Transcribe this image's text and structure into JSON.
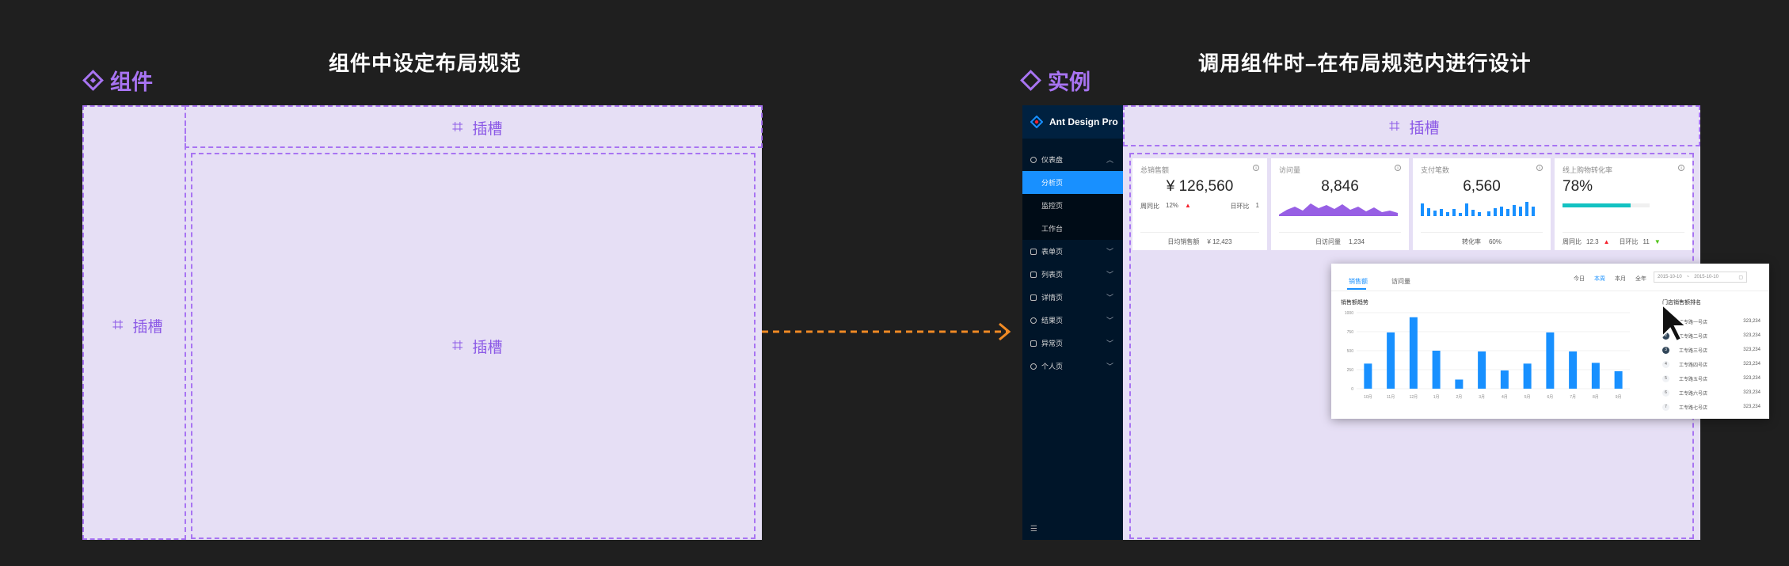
{
  "left": {
    "tag": "组件",
    "heading": "组件中设定布局规范",
    "slot_label": "插槽",
    "slot_hash": "⌗"
  },
  "right": {
    "tag": "实例",
    "heading": "调用组件时–在布局规范内进行设计",
    "slot_label": "插槽",
    "slot_hash": "⌗"
  },
  "colors": {
    "accent": "#a874f2",
    "arrow": "#f08a24",
    "primary": "#1890ff",
    "sider": "#001529"
  },
  "app": {
    "brand": "Ant Design Pro",
    "menu": [
      {
        "label": "仪表盘",
        "icon": "dashboard-icon",
        "open": true
      },
      {
        "label": "分析页",
        "sub": true,
        "active": true
      },
      {
        "label": "监控页",
        "sub": true
      },
      {
        "label": "工作台",
        "sub": true
      },
      {
        "label": "表单页",
        "icon": "form-icon"
      },
      {
        "label": "列表页",
        "icon": "table-icon"
      },
      {
        "label": "详情页",
        "icon": "profile-icon"
      },
      {
        "label": "结果页",
        "icon": "check-circle-icon"
      },
      {
        "label": "异常页",
        "icon": "warning-icon"
      },
      {
        "label": "个人页",
        "icon": "user-icon"
      }
    ],
    "cards": [
      {
        "title": "总销售额",
        "value": "¥ 126,560",
        "row1": [
          "周同比",
          "12%",
          "日环比",
          "1"
        ],
        "footer": [
          "日均销售额",
          "¥ 12,423"
        ]
      },
      {
        "title": "访问量",
        "value": "8,846",
        "footer": [
          "日访问量",
          "1,234"
        ]
      },
      {
        "title": "支付笔数",
        "value": "6,560",
        "footer": [
          "转化率",
          "60%"
        ]
      },
      {
        "title": "线上购物转化率",
        "value": "78%",
        "progress": 0.78,
        "footer": [
          "周同比",
          "12.3",
          "日环比",
          "11"
        ]
      }
    ],
    "sales": {
      "tabs": [
        "销售额",
        "访问量"
      ],
      "ranges": [
        "今日",
        "本周",
        "本月",
        "全年"
      ],
      "date_from": "2015-10-10",
      "date_sep": "~",
      "date_to": "2015-10-10",
      "chart_title": "销售额趋势",
      "rank_title": "门店销售额排名",
      "ranking": [
        {
          "n": "1",
          "name": "工专路一号店",
          "value": "323,234"
        },
        {
          "n": "2",
          "name": "工专路二号店",
          "value": "323,234"
        },
        {
          "n": "3",
          "name": "工专路三号店",
          "value": "323,234"
        },
        {
          "n": "4",
          "name": "工专路四号店",
          "value": "323,234"
        },
        {
          "n": "5",
          "name": "工专路五号店",
          "value": "323,234"
        },
        {
          "n": "6",
          "name": "工专路六号店",
          "value": "323,234"
        },
        {
          "n": "7",
          "name": "工专路七号店",
          "value": "323,234"
        }
      ]
    }
  },
  "chart_data": {
    "type": "bar",
    "categories": [
      "10月",
      "11月",
      "12月",
      "1月",
      "2月",
      "3月",
      "4月",
      "5月",
      "6月",
      "7月",
      "8月",
      "9月"
    ],
    "values": [
      330,
      740,
      940,
      500,
      120,
      490,
      240,
      330,
      740,
      490,
      340,
      230
    ],
    "yticks": [
      "1000",
      "750",
      "500",
      "250",
      "0"
    ],
    "ylim": [
      0,
      1000
    ]
  }
}
